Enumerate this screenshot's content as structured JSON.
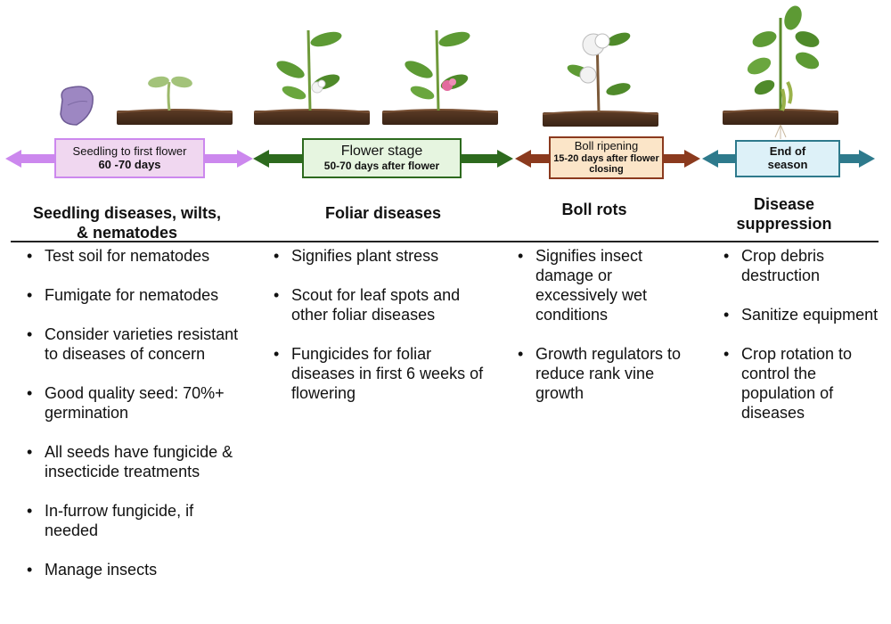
{
  "stages": [
    {
      "id": "seedling",
      "line1": "Seedling to first flower",
      "line2": "60 -70 days",
      "color": "#cc88ee",
      "fill": "#f0d7f0"
    },
    {
      "id": "flower",
      "line1": "Flower stage",
      "line2": "50-70 days after flower",
      "color": "#2d6a1e",
      "fill": "#e6f5e0"
    },
    {
      "id": "boll",
      "line1": "Boll ripening",
      "line2": "15-20 days after flower closing",
      "color": "#8b3a1e",
      "fill": "#fbe5c8"
    },
    {
      "id": "end",
      "line1": "End of",
      "line2": "season",
      "color": "#2e7a8c",
      "fill": "#ddf1f8"
    }
  ],
  "columns": [
    {
      "heading": "Seedling diseases, wilts, & nematodes",
      "items": [
        "Test soil for nematodes",
        "Fumigate for nematodes",
        "Consider varieties resistant to diseases of concern",
        "Good quality seed: 70%+ germination",
        "All seeds have fungicide & insecticide treatments",
        "In-furrow fungicide, if needed",
        "Manage insects"
      ]
    },
    {
      "heading": "Foliar diseases",
      "items": [
        "Signifies plant stress",
        "Scout for leaf spots and other foliar diseases",
        "Fungicides for foliar diseases in first 6 weeks of flowering"
      ]
    },
    {
      "heading": "Boll rots",
      "items": [
        "Signifies insect damage or excessively wet conditions",
        "Growth regulators to reduce rank vine growth"
      ]
    },
    {
      "heading": "Disease suppression",
      "items": [
        "Crop debris destruction",
        "Sanitize equipment",
        "Crop rotation to control the population of diseases"
      ]
    }
  ],
  "icons": [
    "seed-icon",
    "seedling-icon",
    "flowering-plant-white-icon",
    "flowering-plant-pink-icon",
    "cotton-boll-plant-icon",
    "soybean-plant-icon"
  ]
}
